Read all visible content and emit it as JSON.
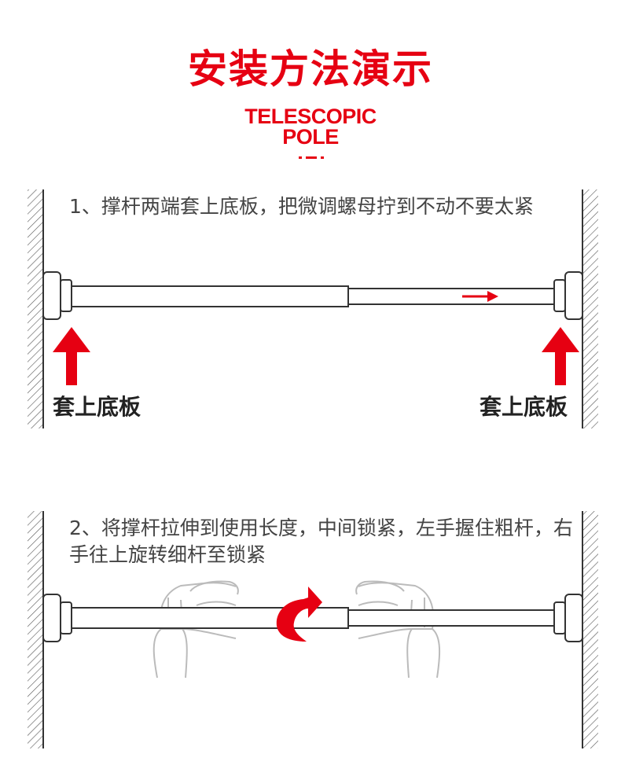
{
  "header": {
    "title": "安装方法演示",
    "subtitle_line1": "TELESCOPIC",
    "subtitle_line2": "POLE"
  },
  "steps": [
    {
      "text": "1、撑杆两端套上底板，把微调螺母拧到不动不要太紧",
      "label_left": "套上底板",
      "label_right": "套上底板"
    },
    {
      "text": "2、将撑杆拉伸到使用长度，中间锁紧，左手握住粗杆，右手往上旋转细杆至锁紧"
    }
  ],
  "colors": {
    "accent": "#e60012",
    "line": "#333333",
    "hand": "#bbbbbb"
  },
  "icons": [
    "arrow-right-icon",
    "arrow-up-icon",
    "rotate-arrow-icon",
    "hand-icon"
  ]
}
